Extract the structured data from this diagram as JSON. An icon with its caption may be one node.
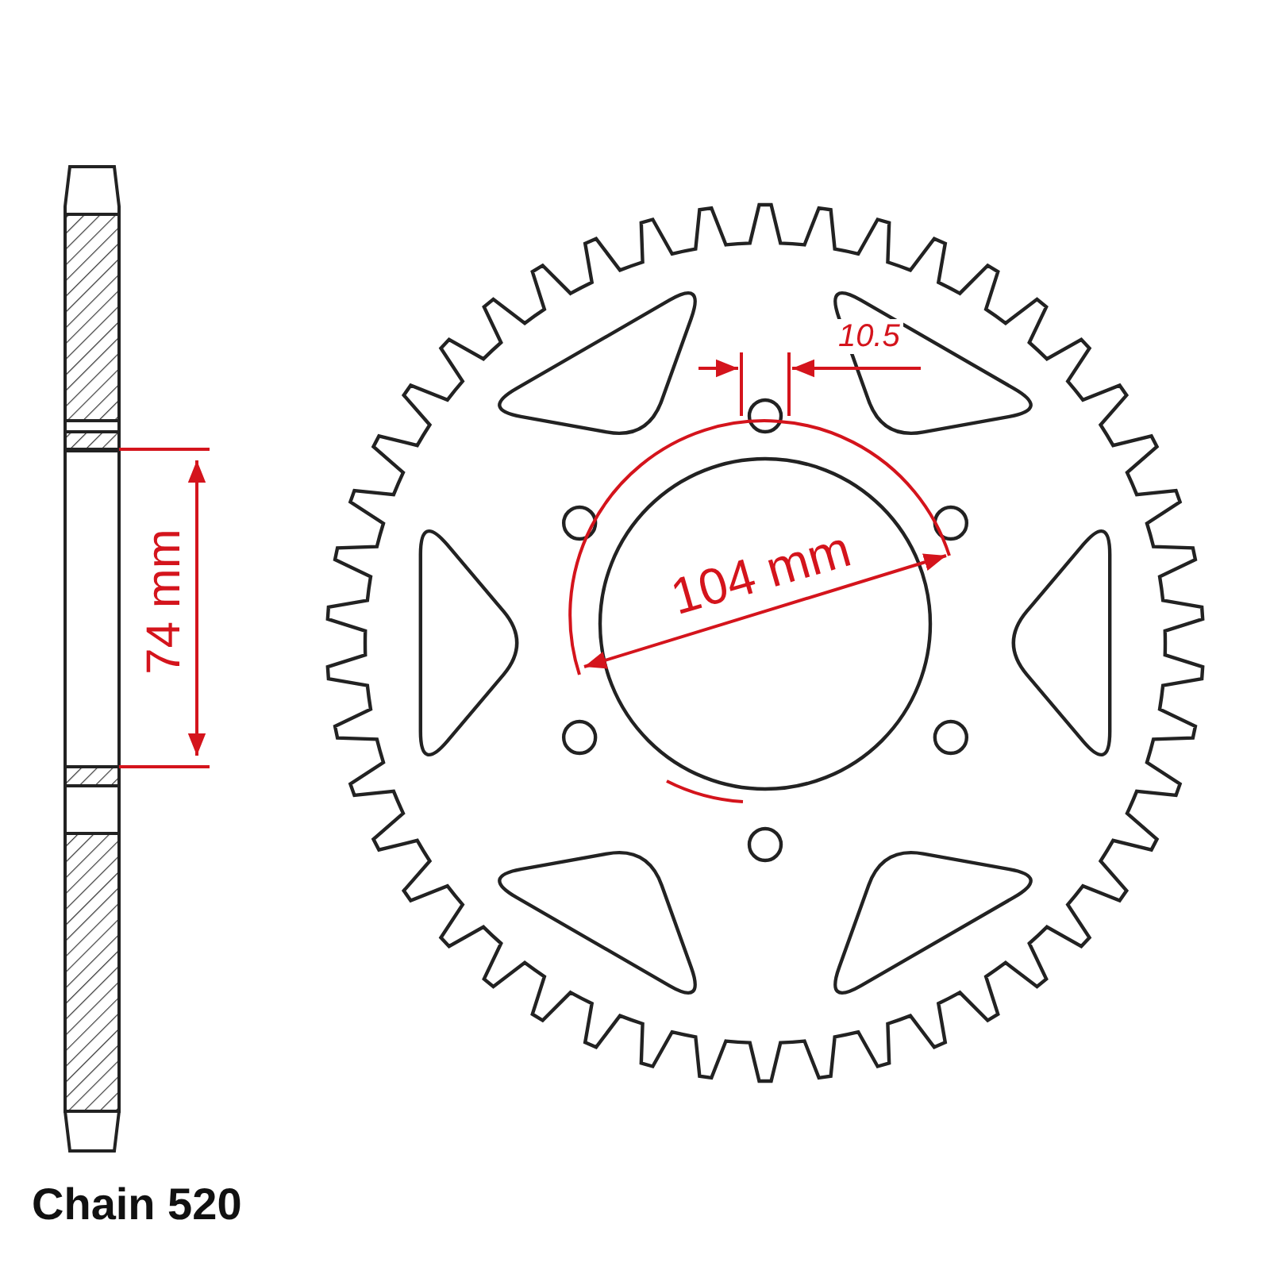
{
  "diagram": {
    "labels": [
      "10.5",
      "74 mm",
      "104 mm",
      "Chain 520"
    ]
  }
}
